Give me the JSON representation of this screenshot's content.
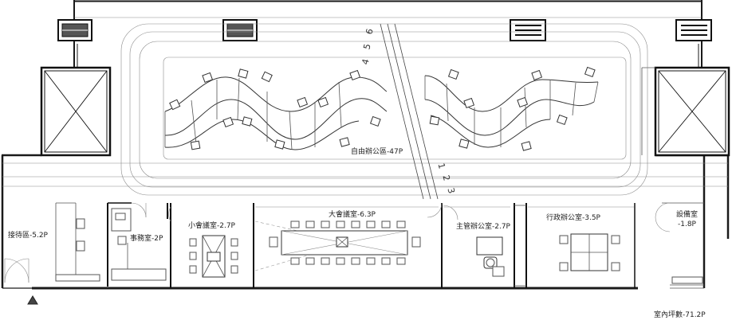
{
  "plan": {
    "rooms": [
      {
        "id": "open-office",
        "label": "自由辦公區-47P"
      },
      {
        "id": "reception",
        "label": "接待區-5.2P"
      },
      {
        "id": "admin-office",
        "label": "事務室-2P"
      },
      {
        "id": "small-meeting",
        "label": "小會議室-2.7P"
      },
      {
        "id": "large-meeting",
        "label": "大會議室-6.3P"
      },
      {
        "id": "manager-office",
        "label": "主管辦公室-2.7P"
      },
      {
        "id": "admin-dept",
        "label": "行政辦公室-3.5P"
      },
      {
        "id": "equipment-room",
        "label": "設備室\n-1.8P"
      }
    ],
    "total": "室內坪數-71.2P",
    "axis_top": [
      "4",
      "5",
      "6"
    ],
    "axis_bottom": [
      "1",
      "2",
      "3"
    ]
  }
}
